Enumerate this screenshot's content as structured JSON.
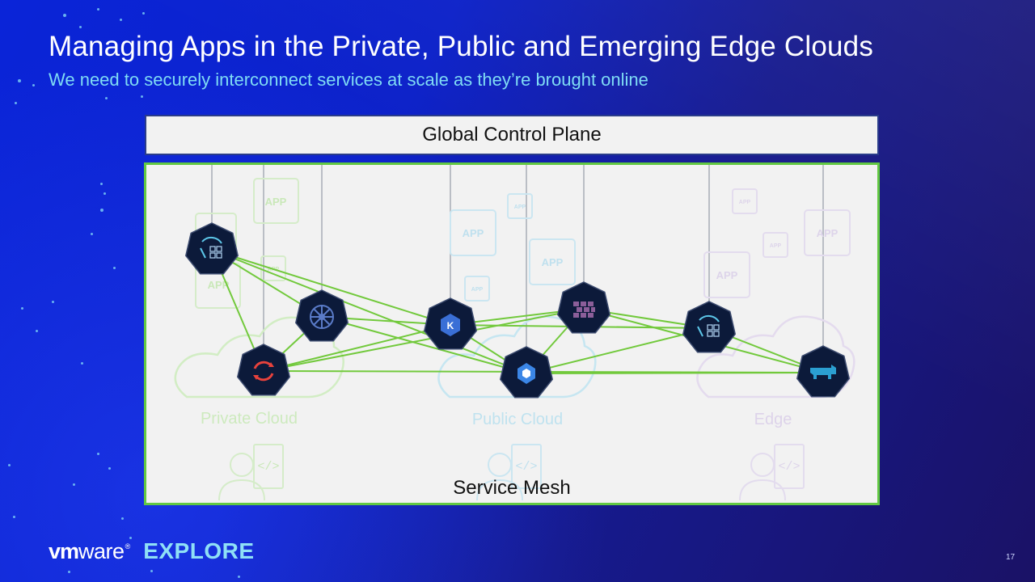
{
  "slide": {
    "title": "Managing Apps in the Private, Public and Emerging Edge Clouds",
    "subtitle": "We need to securely interconnect services at scale as they’re brought online",
    "page_number": "17"
  },
  "diagram": {
    "control_plane_label": "Global Control Plane",
    "mesh_label": "Service Mesh",
    "regions": [
      {
        "label": "Private Cloud",
        "color": "#b9e3a6"
      },
      {
        "label": "Public Cloud",
        "color": "#a9d8ea"
      },
      {
        "label": "Edge",
        "color": "#d4c7e4"
      }
    ],
    "app_label": "APP",
    "code_glyph": "</>",
    "nodes": [
      {
        "id": "tanzu-private",
        "icon": "tanzu-icon"
      },
      {
        "id": "kubernetes",
        "icon": "kubernetes-helm-icon"
      },
      {
        "id": "openshift",
        "icon": "openshift-icon"
      },
      {
        "id": "eks",
        "icon": "eks-icon"
      },
      {
        "id": "gke",
        "icon": "gke-icon"
      },
      {
        "id": "aks",
        "icon": "aks-icon"
      },
      {
        "id": "tanzu-edge",
        "icon": "tanzu-icon"
      },
      {
        "id": "rancher",
        "icon": "rancher-icon"
      }
    ],
    "colors": {
      "mesh_border": "#62c842",
      "link": "#72c93c",
      "node_fill": "#0c1a3a",
      "control_plane_border": "#2a3c8a"
    }
  },
  "footer": {
    "brand_vm": "vm",
    "brand_ware": "ware",
    "brand_reg": "®",
    "event": "EXPLORE"
  }
}
